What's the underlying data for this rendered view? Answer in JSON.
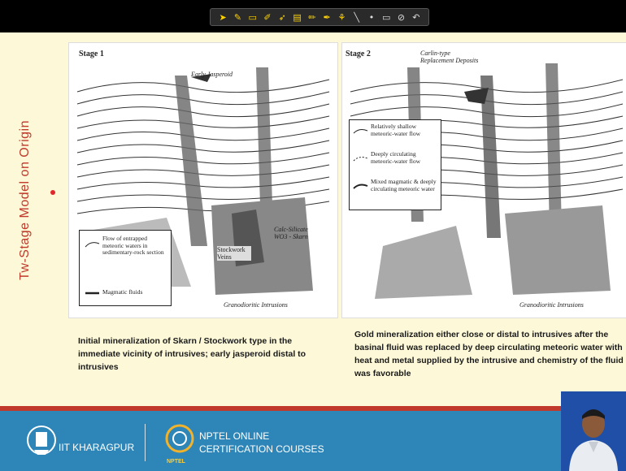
{
  "sidebar": {
    "title": "Tw-Stage Model on Origin"
  },
  "toolbar": {
    "icons": [
      "arrow-icon",
      "pen-icon",
      "eraser-icon",
      "highlighter-icon",
      "pointer-icon",
      "box-icon",
      "pencil-icon",
      "marker-icon",
      "brush-icon",
      "line-icon",
      "dot-icon",
      "rect-icon",
      "clear-icon",
      "undo-icon"
    ]
  },
  "figure1": {
    "stage": "Stage 1",
    "early_jasperoid": "Early Jasperoid",
    "stockwork": "Stockwork Veins",
    "calc_silicate": "Calc-Silicate WO3 - Skarn",
    "intrusions": "Granodioritic Intrusions",
    "legend": {
      "flow": "Flow of entrapped meteoric waters in sedimentary-rock section",
      "magmatic": "Magmatic fluids"
    }
  },
  "figure2": {
    "stage": "Stage 2",
    "carlin": "Carlin-type Replacement Deposits",
    "intrusions": "Granodioritic Intrusions",
    "legend": {
      "shallow": "Relatively shallow meteoric-water flow",
      "deep": "Deeply circulating meteoric-water flow",
      "mixed": "Mixed magmatic & deeply circulating meteoric water"
    }
  },
  "captions": {
    "left": "Initial mineralization of Skarn / Stockwork type in the immediate vicinity of intrusives; early jasperoid distal to intrusives",
    "right": "Gold mineralization either close or distal to intrusives after the basinal fluid was replaced by deep circulating meteoric water with heat and metal supplied by the intrusive and chemistry of the fluid was favorable"
  },
  "footer": {
    "institute": "IIT KHARAGPUR",
    "nptel_line1": "NPTEL ONLINE",
    "nptel_line2": "CERTIFICATION COURSES",
    "nptel_sub": "NPTEL"
  },
  "colors": {
    "title_red": "#c0392b",
    "footer_blue": "#2e86b8",
    "slide_bg": "#fcf8d8"
  }
}
